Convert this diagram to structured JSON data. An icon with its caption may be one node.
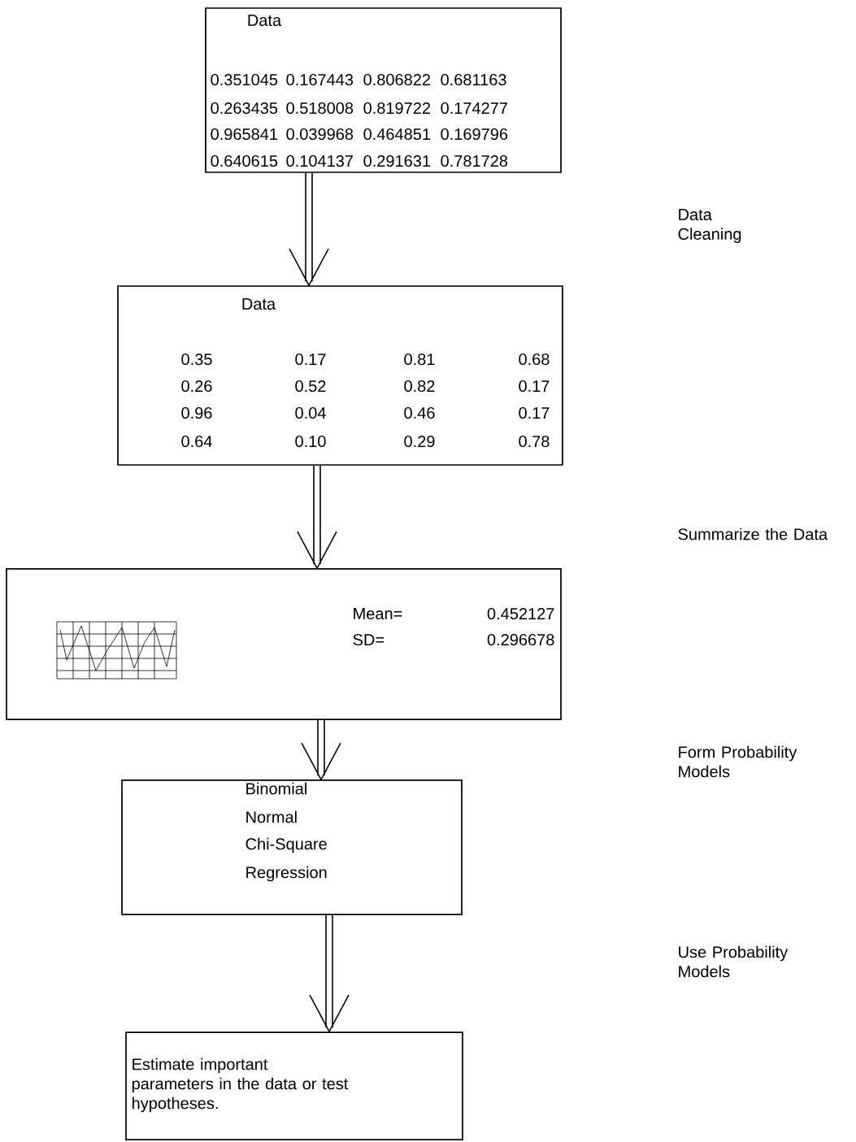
{
  "diagram": {
    "nodes": [
      {
        "text": [
          "Data",
          "0.351045",
          "0.167443",
          "0.806822",
          "0.681163",
          "0.263435",
          "0.518008",
          "0.819722",
          "0.174277",
          "0.965841",
          "0.039968",
          "0.464851",
          "0.169796",
          "0.640615",
          "0.104137",
          "0.291631",
          "0.781728"
        ]
      },
      {
        "text": [
          "Data",
          "0.35",
          "0.17",
          "0.81",
          "0.68",
          "0.26",
          "0.52",
          "0.82",
          "0.17",
          "0.96",
          "0.04",
          "0.46",
          "0.17",
          "0.64",
          "0.10",
          "0.29",
          "0.78"
        ]
      },
      {
        "text": [
          "Mean=",
          "0.452127",
          "SD=",
          "0.296678"
        ]
      },
      {
        "text": [
          "Binomial",
          "Normal",
          "Chi-Square",
          "Regression"
        ]
      },
      {
        "text": [
          "Estimate important parameters in the data or test hypotheses."
        ]
      }
    ],
    "edges": [
      {
        "from": 0,
        "to": 1,
        "arrow": "to"
      },
      {
        "from": 1,
        "to": 2,
        "arrow": "to"
      },
      {
        "from": 2,
        "to": 3,
        "arrow": "to"
      },
      {
        "from": 3,
        "to": 4,
        "arrow": "to"
      }
    ],
    "labels": [
      "Data Cleaning",
      "Summarize the Data",
      "Form Probability Models",
      "Use Probability Models"
    ]
  }
}
